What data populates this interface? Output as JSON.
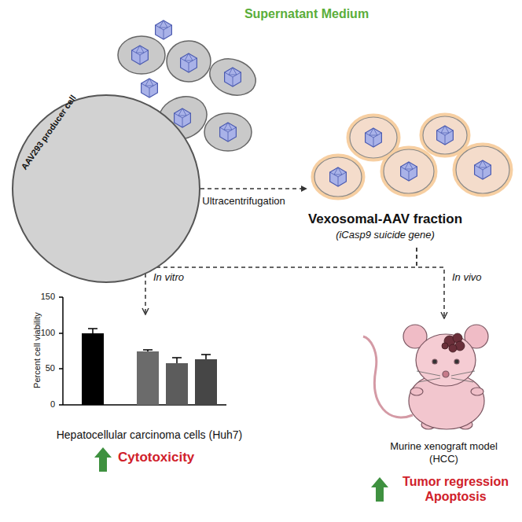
{
  "diagram": {
    "nodes": [
      {
        "text": [
          "AAV293 producer cell"
        ]
      },
      {
        "text": [
          "Vexosomal-AAV fraction",
          "(iCasp9 suicide gene)"
        ]
      },
      {
        "text": [
          "Hepatocellular carcinoma cells (Huh7)",
          "Cytotoxicity"
        ]
      },
      {
        "text": [
          "Murine xenograft model (HCC)",
          "Tumor regression Apoptosis"
        ]
      }
    ],
    "edges": [
      {
        "from": 0,
        "to": 1,
        "arrow": "to",
        "label": "Ultracentrifugation"
      },
      {
        "from": 1,
        "to": 2,
        "arrow": "to",
        "label": "In vitro"
      },
      {
        "from": 1,
        "to": 3,
        "arrow": "to",
        "label": "In vivo"
      }
    ],
    "labels": [
      "Supernatant Medium",
      "Percent cell viability",
      "150",
      "100",
      "50",
      "0"
    ]
  }
}
